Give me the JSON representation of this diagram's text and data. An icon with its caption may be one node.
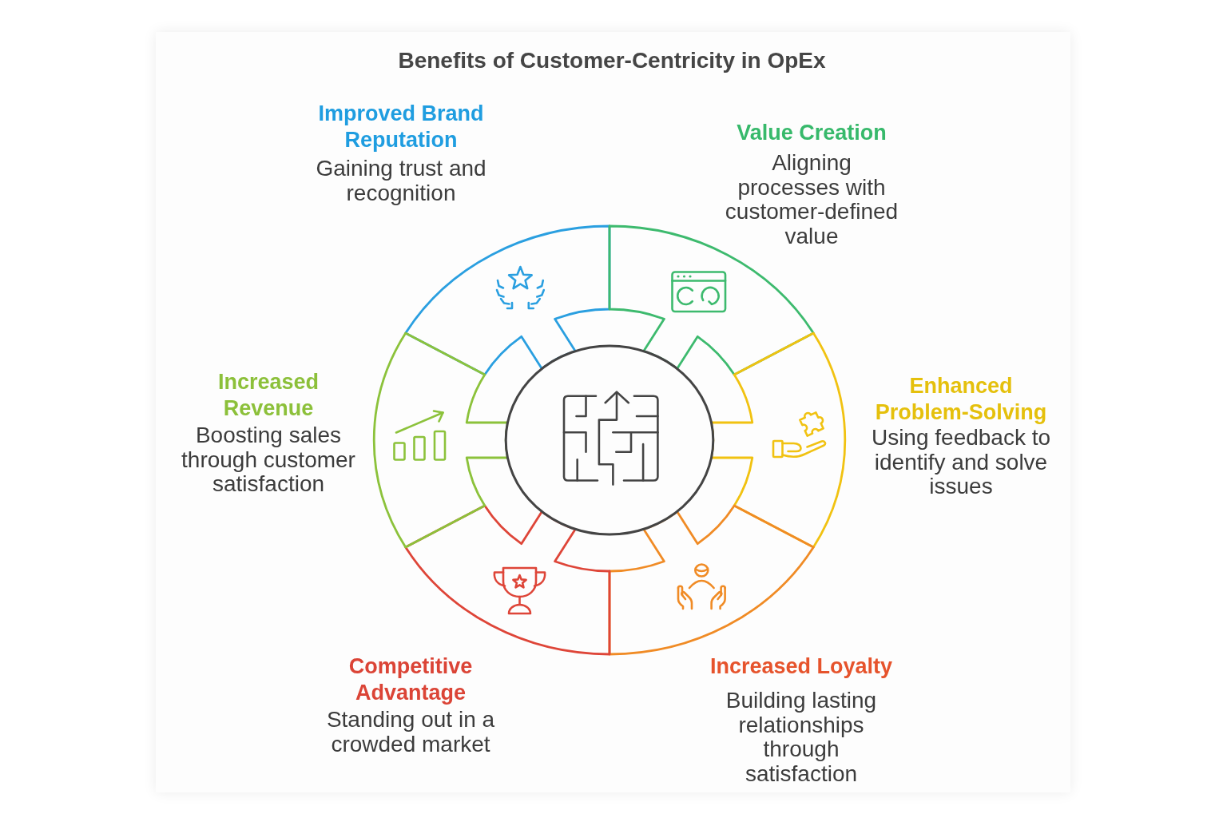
{
  "diagram": {
    "title": "Benefits of Customer-Centricity in OpEx",
    "nodes": [
      {
        "text": [
          "Improved Brand Reputation",
          "Gaining trust and recognition"
        ]
      },
      {
        "text": [
          "Value Creation",
          "Aligning processes with customer-defined value"
        ]
      },
      {
        "text": [
          "Enhanced Problem-Solving",
          "Using feedback to identify and solve issues"
        ]
      },
      {
        "text": [
          "Increased Loyalty",
          "Building lasting relationships through satisfaction"
        ]
      },
      {
        "text": [
          "Competitive Advantage",
          "Standing out in a crowded market"
        ]
      },
      {
        "text": [
          "Increased Revenue",
          "Boosting sales through customer satisfaction"
        ]
      }
    ]
  }
}
